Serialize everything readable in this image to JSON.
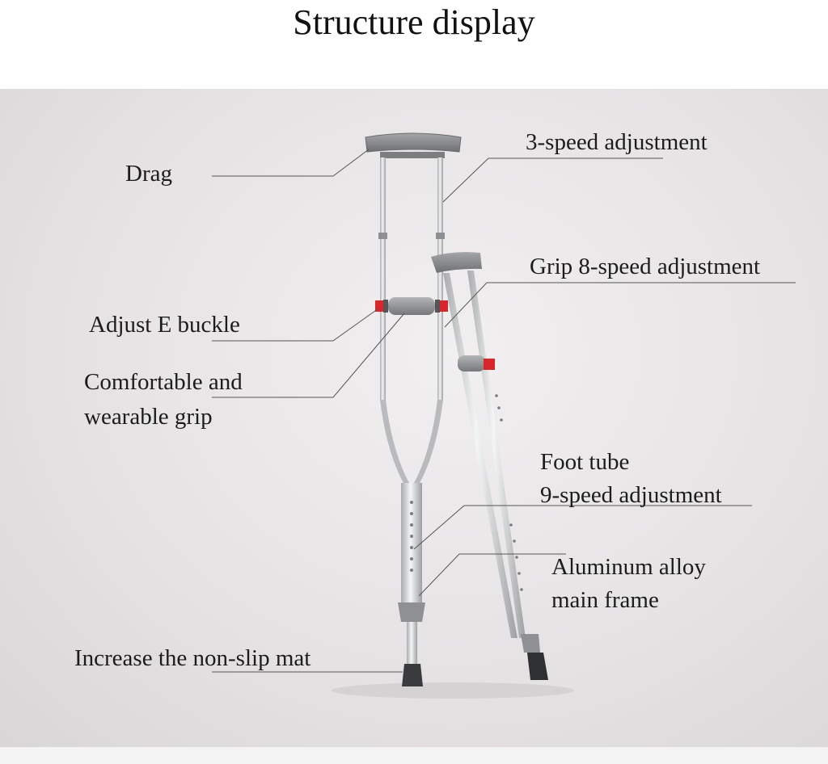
{
  "title": "Structure display",
  "labels": {
    "drag": "Drag",
    "speed3": "3-speed adjustment",
    "grip8": "Grip 8-speed adjustment",
    "adjust_e": "Adjust E buckle",
    "comfortable_1": "Comfortable and",
    "comfortable_2": "wearable grip",
    "foot_1": "Foot tube",
    "foot_2": "9-speed adjustment",
    "aluminum_1": "Aluminum alloy",
    "aluminum_2": "main frame",
    "nonslip": "Increase the non-slip mat"
  },
  "colors": {
    "background": "#e6e3e5",
    "aluminum": "#c9cbcd",
    "pad": "#8e8f91",
    "buckle": "#d8262a",
    "leader_line": "#555555"
  }
}
